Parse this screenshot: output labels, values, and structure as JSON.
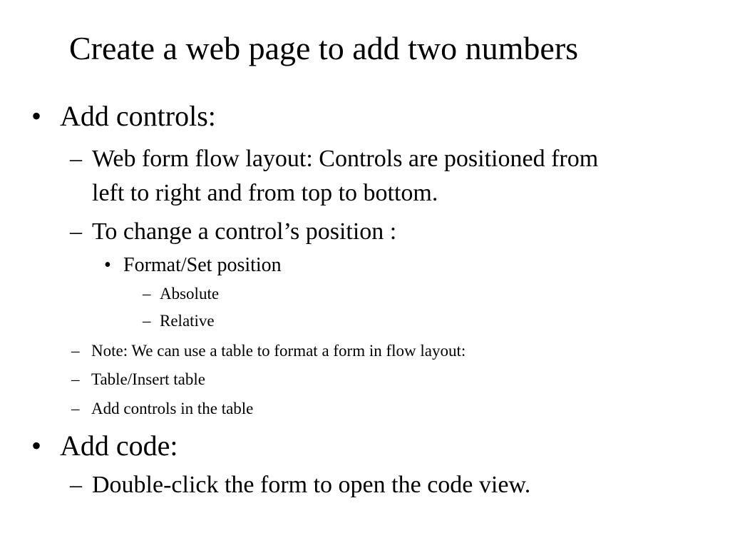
{
  "slide": {
    "title": "Create a web page to add two numbers",
    "items": [
      {
        "text": "Add controls:"
      },
      {
        "text": "Web form flow layout: Controls are positioned from",
        "continuation": "left to right and from top to bottom."
      },
      {
        "text": "To change a control’s position :"
      },
      {
        "text": "Format/Set position"
      },
      {
        "text": "Absolute"
      },
      {
        "text": "Relative"
      },
      {
        "text": "Note: We can use a table to format a form in flow layout:"
      },
      {
        "text": "Table/Insert table"
      },
      {
        "text": "Add controls in the table"
      },
      {
        "text": "Add code:"
      },
      {
        "text": "Double-click the form to open the code view."
      }
    ]
  }
}
